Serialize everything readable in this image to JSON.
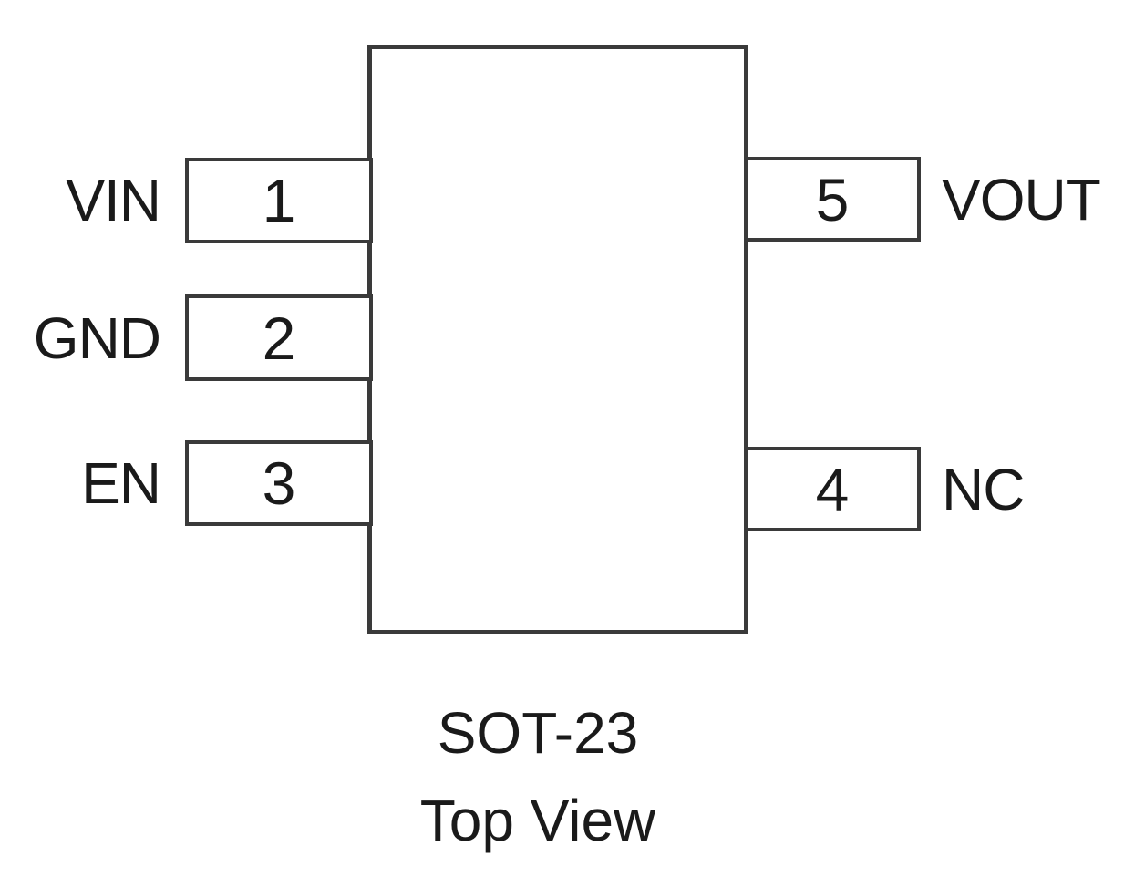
{
  "diagram": {
    "title": "SOT-23",
    "subtitle": "Top View",
    "pins": {
      "left": [
        {
          "number": "1",
          "label": "VIN"
        },
        {
          "number": "2",
          "label": "GND"
        },
        {
          "number": "3",
          "label": "EN"
        }
      ],
      "right": [
        {
          "number": "5",
          "label": "VOUT"
        },
        {
          "number": "4",
          "label": "NC"
        }
      ]
    },
    "colors": {
      "line": "#3a3a3a",
      "text": "#1a1a1a",
      "background": "#ffffff"
    }
  }
}
